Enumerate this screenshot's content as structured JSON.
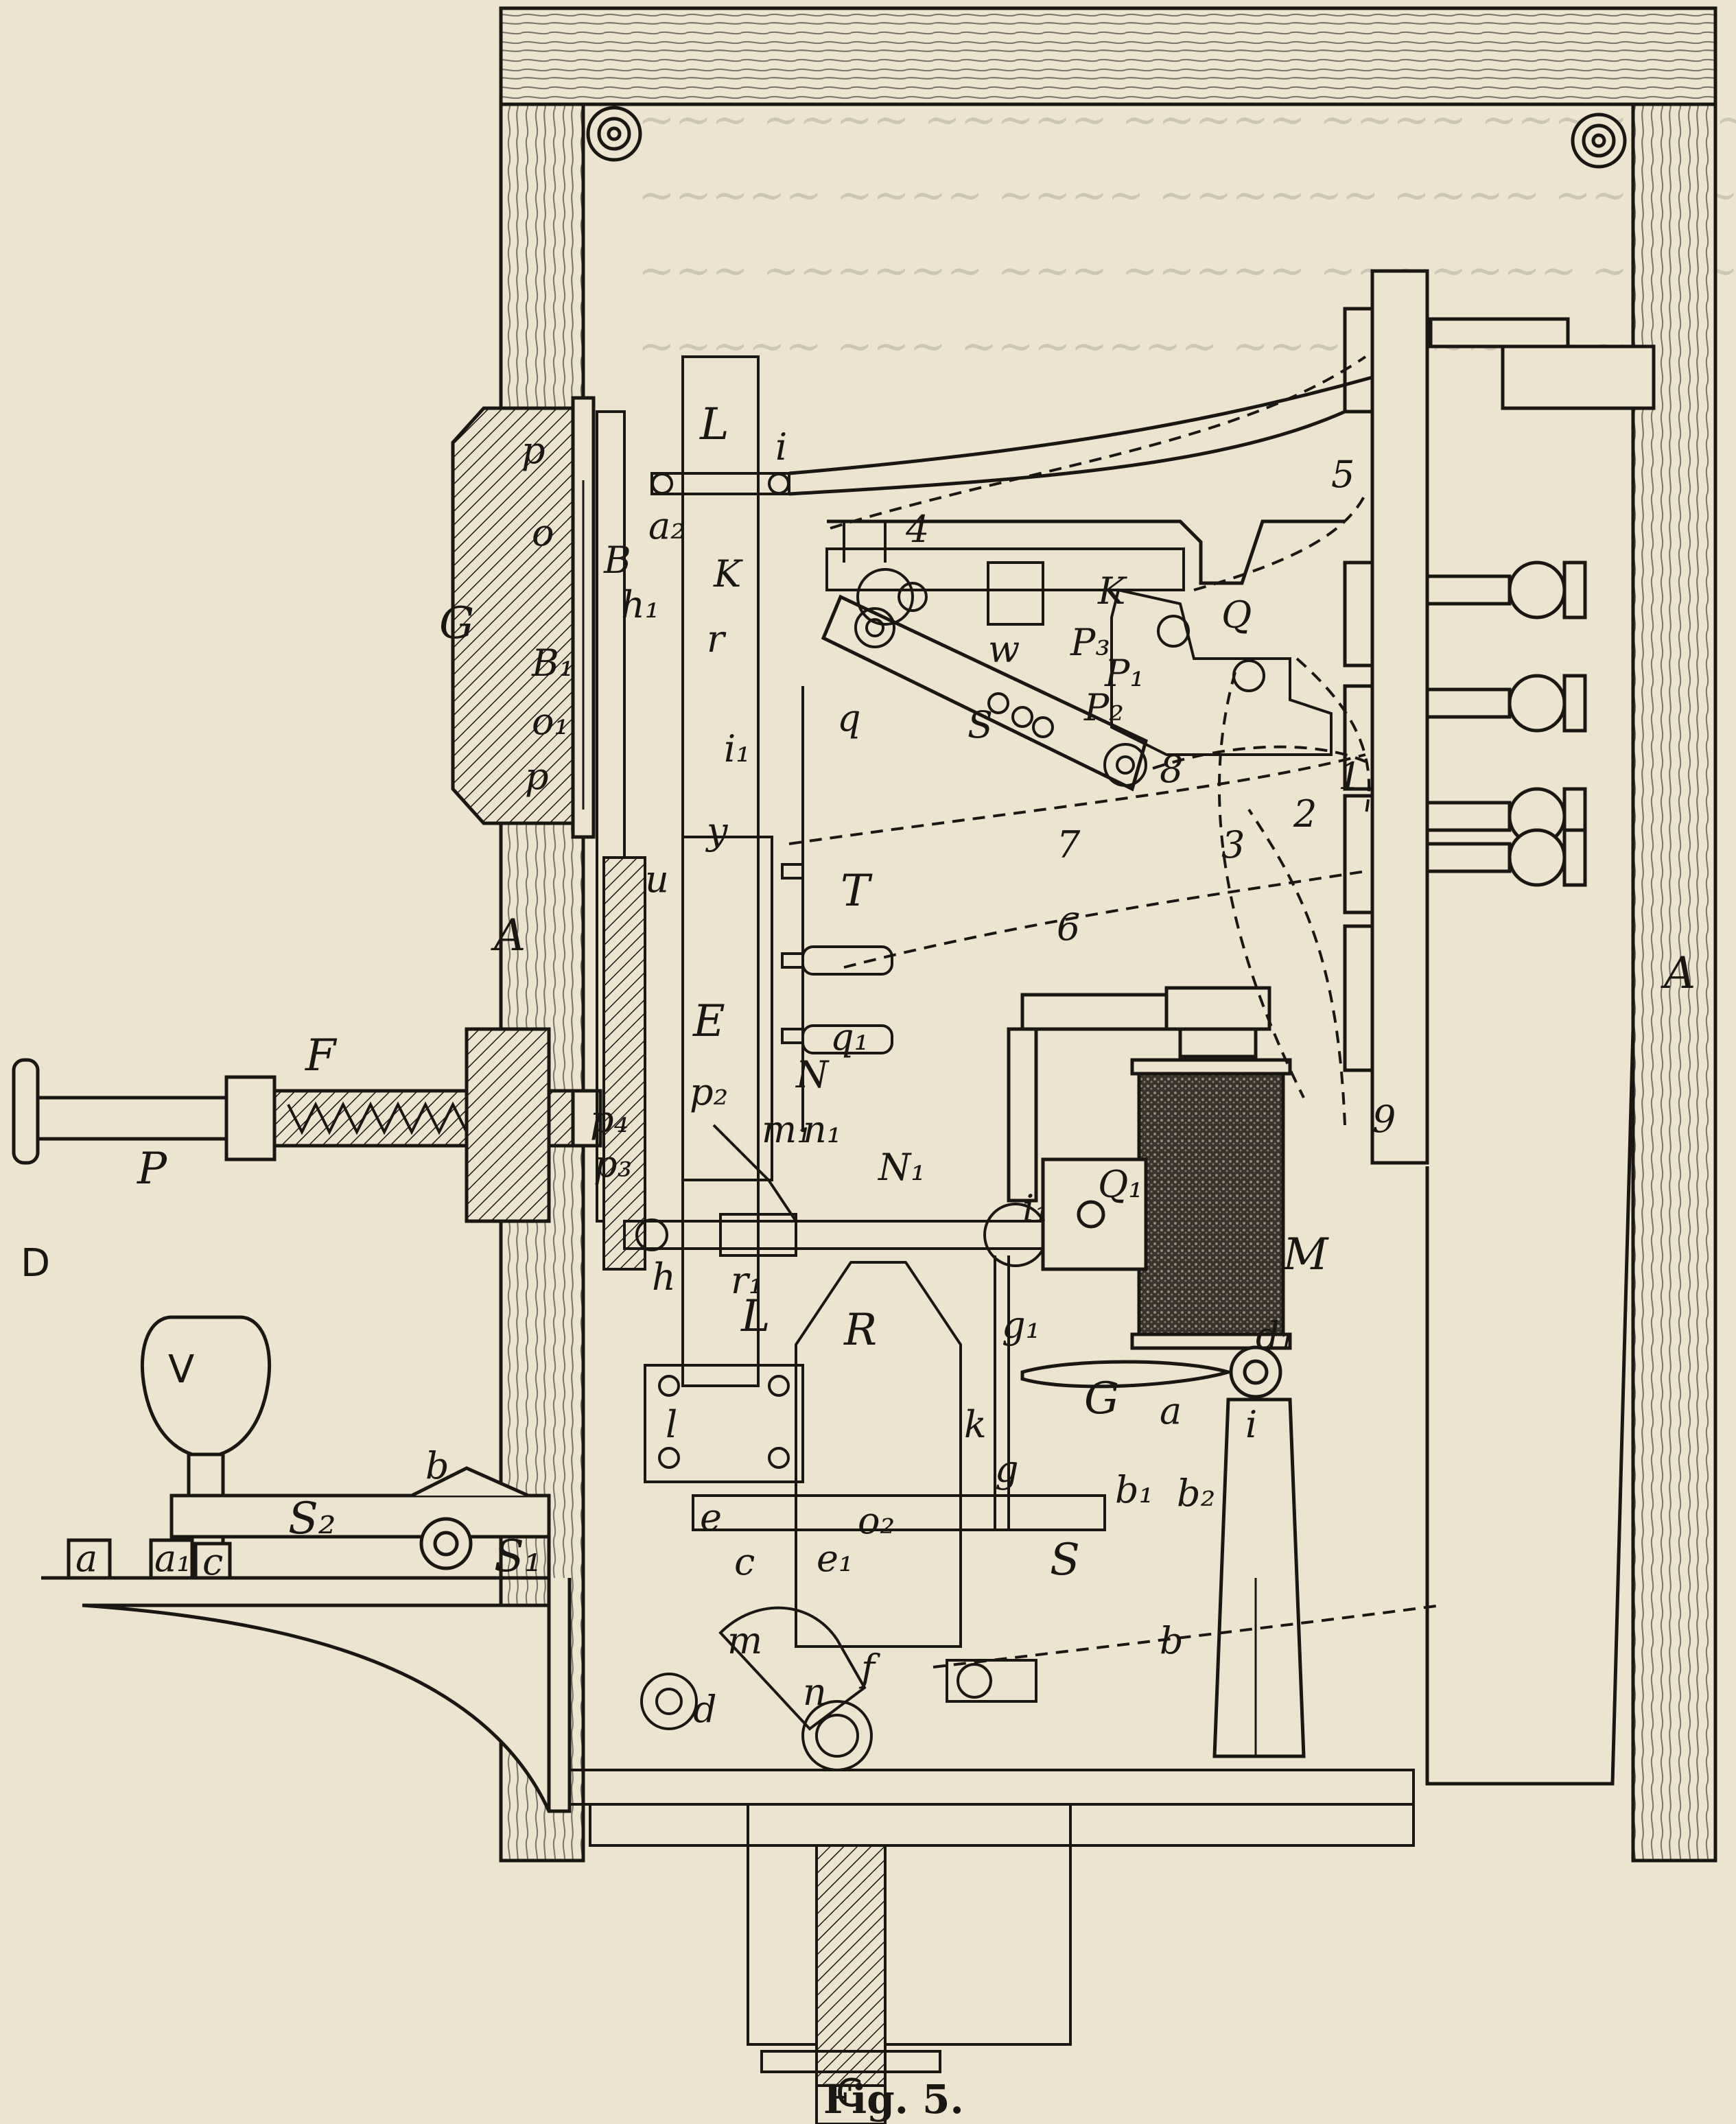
{
  "caption": "Fig. 5.",
  "labels": [
    "L",
    "i",
    "a₂",
    "B",
    "p",
    "o",
    "G",
    "B₁",
    "o₁",
    "p",
    "h₁",
    "K",
    "r",
    "4",
    "w",
    "K",
    "Q",
    "P₃",
    "P₁",
    "P₂",
    "q",
    "S",
    "8",
    "1",
    "2",
    "3",
    "5",
    "i₁",
    "y",
    "7",
    "T",
    "6",
    "A",
    "A",
    "E",
    "q₁",
    "N",
    "u",
    "p₂",
    "m₁",
    "F",
    "P",
    "D",
    "n₁",
    "N₁",
    "Q₁",
    "M",
    "9",
    "p₄",
    "p₃",
    "h",
    "r₁",
    "i₁",
    "L",
    "R",
    "g₁",
    "l",
    "d₁",
    "G",
    "a",
    "V",
    "b",
    "k",
    "g",
    "i",
    "S₂",
    "S₁",
    "b₁",
    "b₂",
    "e",
    "o₂",
    "e₁",
    "c",
    "S",
    "a",
    "a₁",
    "c",
    "m",
    "d",
    "n",
    "f",
    "b",
    "C"
  ],
  "colors": {
    "paper": "#ede4d0",
    "ink": "#1a1612"
  }
}
